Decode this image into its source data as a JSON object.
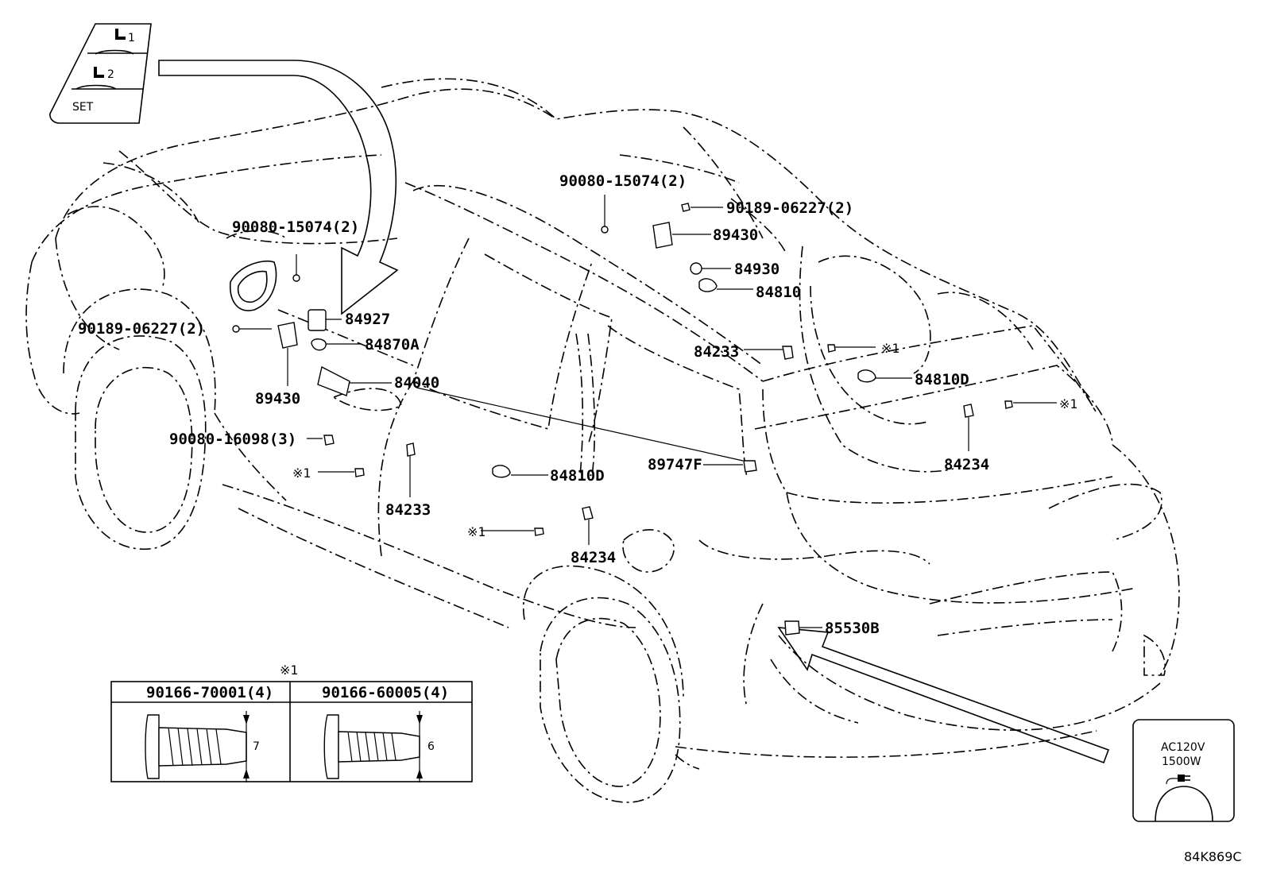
{
  "diagram": {
    "code": "84K869C",
    "switch_panel": {
      "memory_1": "1",
      "memory_2": "2",
      "set": "SET"
    },
    "labels": {
      "p90080_15074_left": "90080-15074(2)",
      "p90189_06227_left": "90189-06227(2)",
      "p84927": "84927",
      "p84870A": "84870A",
      "p84040": "84040",
      "p89430_left": "89430",
      "p90080_16098": "90080-16098(3)",
      "ref1_left": "※1",
      "p84233_left": "84233",
      "p84810D_mid": "84810D",
      "ref1_mid": "※1",
      "p84234_mid": "84234",
      "p90080_15074_right": "90080-15074(2)",
      "p90189_06227_right": "90189-06227(2)",
      "p89430_right": "89430",
      "p84930": "84930",
      "p84810": "84810",
      "p84233_right": "84233",
      "ref1_right_top": "※1",
      "p84810D_right": "84810D",
      "ref1_right": "※1",
      "p84234_right": "84234",
      "p89747F": "89747F",
      "p85530B": "85530B"
    },
    "screw_table": {
      "ref": "※1",
      "col1_part": "90166-70001(4)",
      "col1_dim": "7",
      "col2_part": "90166-60005(4)",
      "col2_dim": "6"
    },
    "outlet_inset": {
      "line1": "AC120V",
      "line2": "1500W"
    }
  }
}
